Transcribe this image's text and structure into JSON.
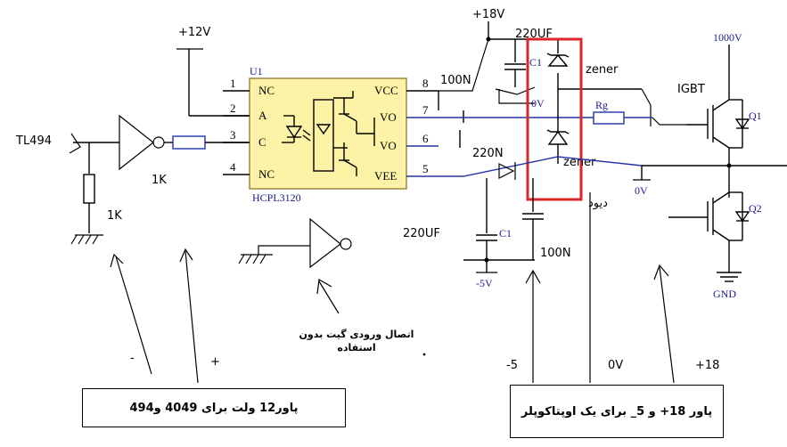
{
  "labels": {
    "tl494": "TL494",
    "plus12v": "+12V",
    "u1": "U1",
    "chip": "HCPL3120",
    "pin_nc1": "NC",
    "pin_a": "A",
    "pin_c": "C",
    "pin_nc4": "NC",
    "pin_vcc": "VCC",
    "pin_vo1": "VO",
    "pin_vo2": "VO",
    "pin_vee": "VEE",
    "n1": "1",
    "n2": "2",
    "n3": "3",
    "n4": "4",
    "n5": "5",
    "n6": "6",
    "n7": "7",
    "n8": "8",
    "r1k_a": "1K",
    "r1k_b": "1K",
    "plus18v": "+18V",
    "cap220_top": "220UF",
    "c1_top": "C1",
    "cap100_top": "100N",
    "zv_top": "0V",
    "zener_top": "zener",
    "rg": "Rg",
    "igbt": "IGBT",
    "v1000": "1000V",
    "q1": "Q1",
    "q2": "Q2",
    "gnd": "GND",
    "cap220_mid": "220N",
    "zener_mid": "zener",
    "zv_mid": "0V",
    "cap220_bot": "220UF",
    "c1_bot": "C1",
    "minus5v": "-5V",
    "cap100_bot": "100N",
    "handwritten_side": "دیود",
    "minus_sign": "-",
    "plus_sign": "+",
    "minus5": "-5",
    "zv_bot": "0V",
    "plus18": "+18"
  },
  "notes": {
    "gate_unused": "اتصال ورودی گیت بدون استفاده",
    "box_left": "پاور12 ولت برای 4049 و494",
    "box_right": "پاور 18+ و 5_ برای یک اوپتاکوپلر"
  },
  "colors": {
    "highlight": "#d8262b",
    "chip_fill": "#fdf3a6",
    "wire_blue": "#2233aa"
  }
}
